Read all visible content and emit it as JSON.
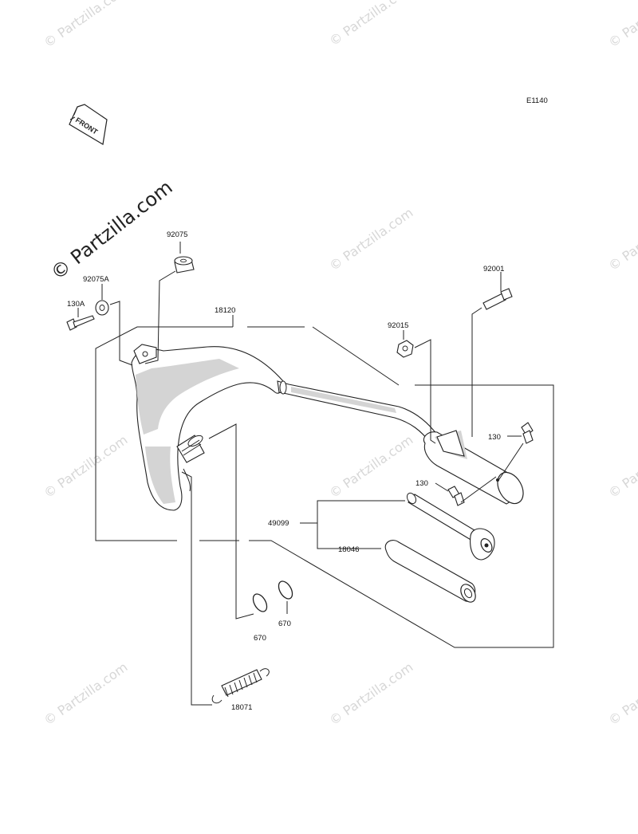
{
  "diagram_code": "E1140",
  "front_label": "FRONT",
  "watermark_main": "© Partzilla.com",
  "watermark_faint": "© Partzilla.com",
  "parts": {
    "p92075": "92075",
    "p92075A": "92075A",
    "p130A": "130A",
    "p18120": "18120",
    "p92015": "92015",
    "p92001": "92001",
    "p130_a": "130",
    "p130_b": "130",
    "p49099": "49099",
    "p18046": "18046",
    "p670_a": "670",
    "p670_b": "670",
    "p18071": "18071"
  },
  "colors": {
    "line": "#222222",
    "watermark": "#d7d7d7",
    "shade": "#d4d4d4"
  }
}
